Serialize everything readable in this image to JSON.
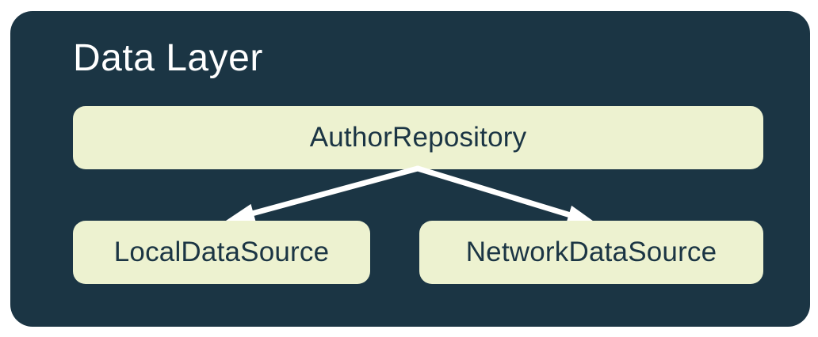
{
  "diagram": {
    "title": "Data Layer",
    "nodes": {
      "repository": {
        "label": "AuthorRepository"
      },
      "local": {
        "label": "LocalDataSource"
      },
      "network": {
        "label": "NetworkDataSource"
      }
    },
    "edges": [
      {
        "from": "AuthorRepository",
        "to": "LocalDataSource"
      },
      {
        "from": "AuthorRepository",
        "to": "NetworkDataSource"
      }
    ],
    "colors": {
      "page_background": "#ffffff",
      "container_background": "#1b3544",
      "node_background": "#edf2d0",
      "node_text": "#1b3544",
      "title_text": "#ffffff",
      "arrow": "#ffffff"
    }
  }
}
